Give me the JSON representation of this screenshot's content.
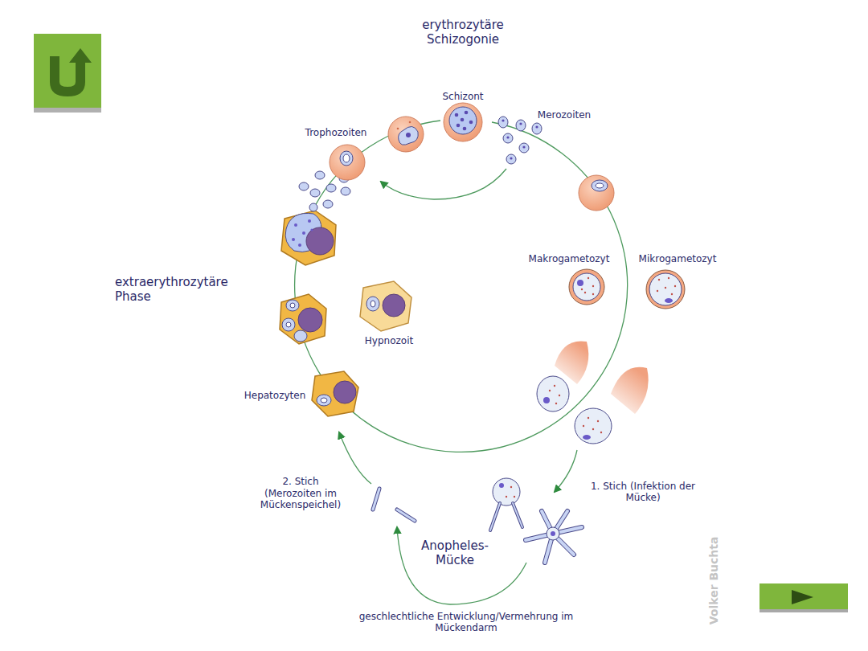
{
  "diagram": {
    "labels": [
      "erythrozytäre Schizogonie",
      "Schizont",
      "Merozoiten",
      "Trophozoiten",
      "extraerythrozytäre Phase",
      "Hypnozoit",
      "Hepatozyten",
      "Makrogametozyt",
      "Mikrogametozyt",
      "2. Stich (Merozoiten im Mückenspeichel)",
      "1. Stich (Infektion der Mücke)",
      "Anopheles-Mücke",
      "geschlechtliche Entwicklung/Vermehrung im Mückendarm",
      "Volker Buchta"
    ]
  }
}
